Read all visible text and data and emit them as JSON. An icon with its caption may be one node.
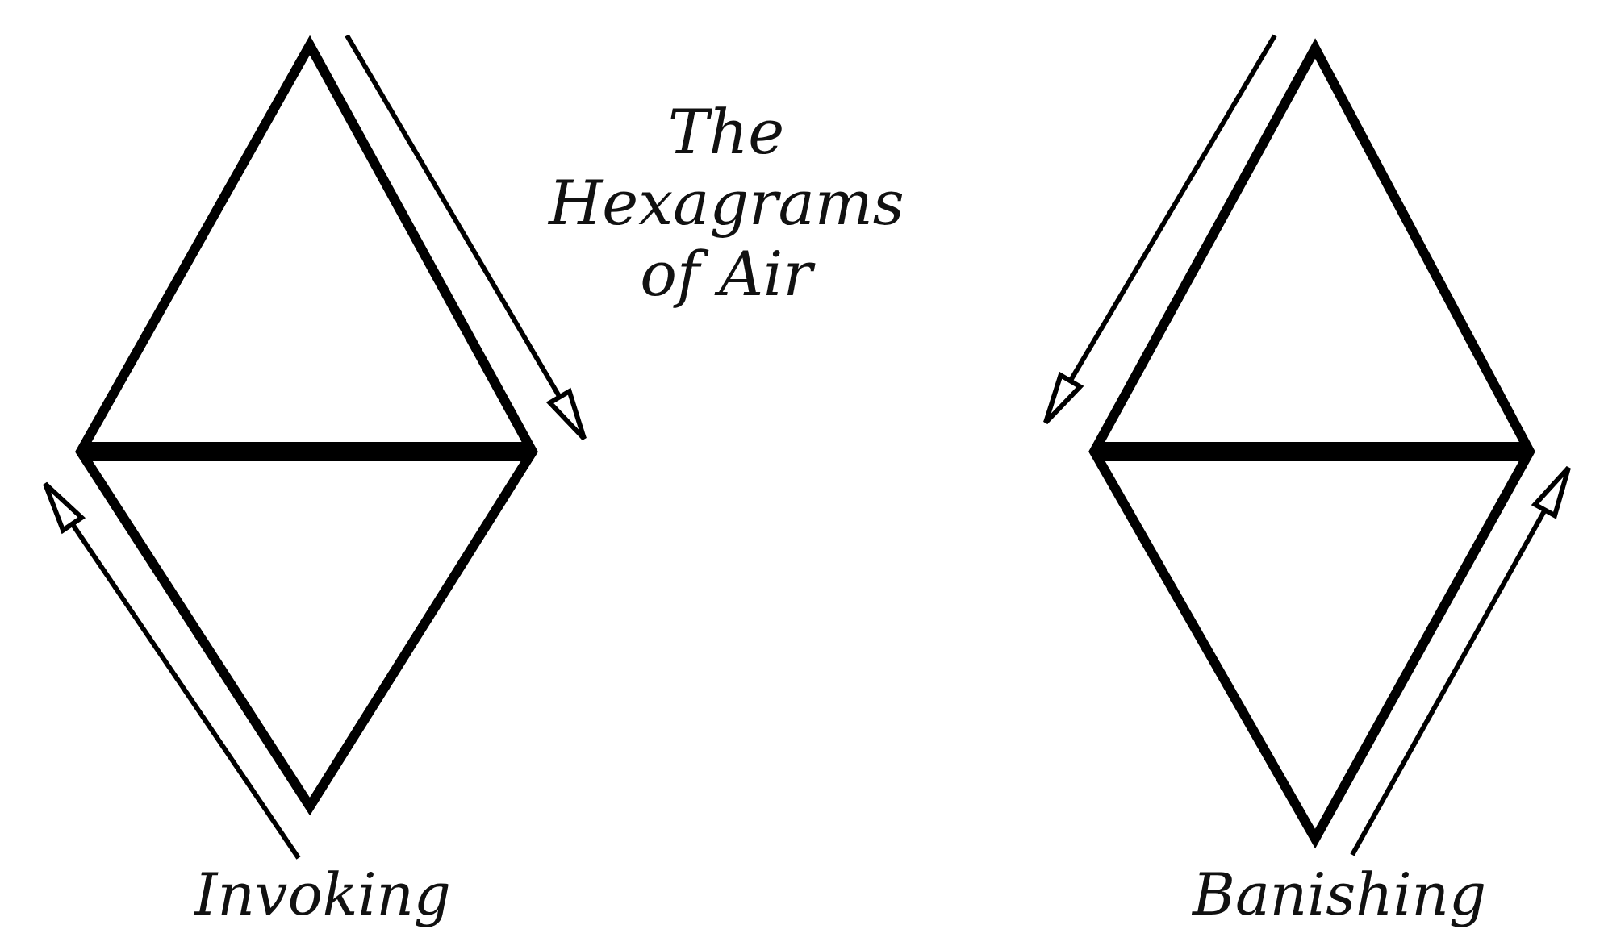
{
  "diagram": {
    "title": "The Hexagrams of Air",
    "labels": [
      "Invoking",
      "Banishing"
    ]
  }
}
